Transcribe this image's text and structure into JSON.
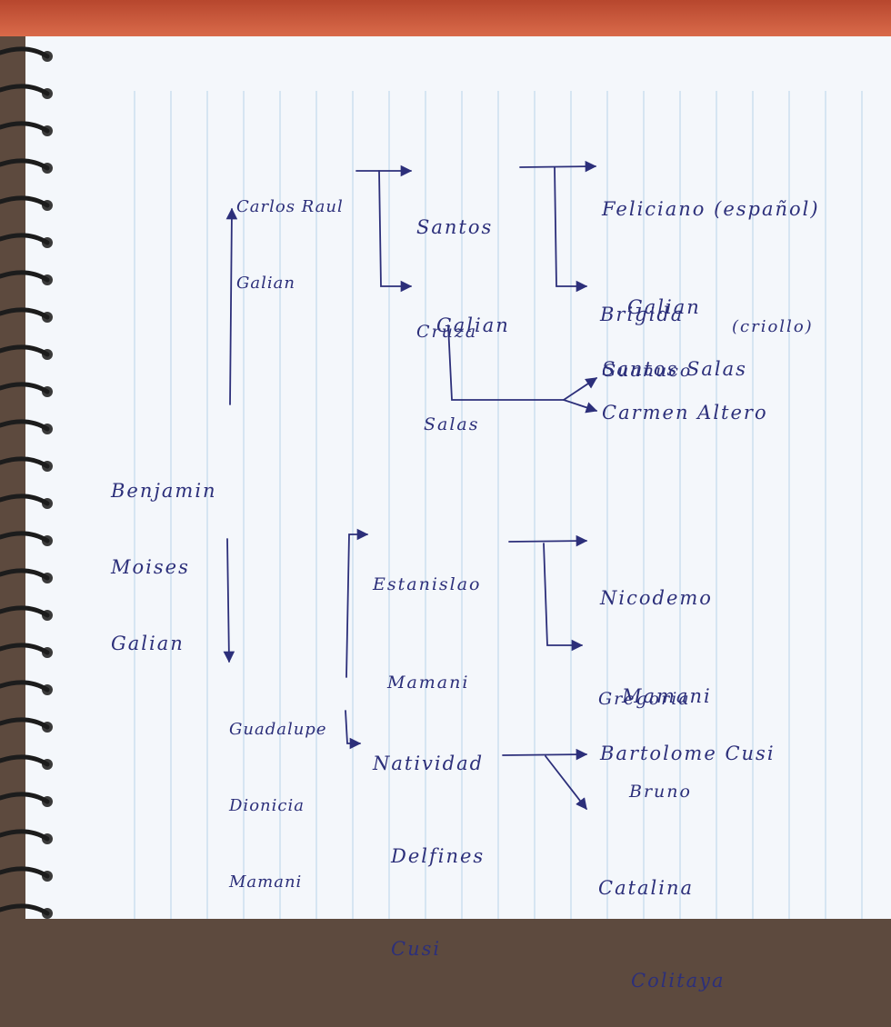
{
  "tree": {
    "root": {
      "line1": "Benjamin",
      "line2": "Moises",
      "line3": "Galian"
    },
    "father": {
      "line1": "Carlos Raul",
      "line2": "Galian"
    },
    "mother": {
      "line1": "Guadalupe",
      "line2": "Dionicia",
      "line3": "Mamani"
    },
    "paternal_grandfather": {
      "line1": "Santos",
      "line2": "Galian"
    },
    "paternal_grandmother": {
      "line1": "Cruza",
      "line2": "Salas"
    },
    "maternal_grandfather": {
      "line1": "Estanislao",
      "line2": "Mamani"
    },
    "maternal_grandmother": {
      "line1": "Natividad",
      "line2": "Delfines",
      "line3": "Cusi"
    },
    "ggf_santos_father": {
      "line1": "Feliciano (español)",
      "line2": "Galian"
    },
    "ggm_santos_mother": {
      "line1": "Brigida",
      "note": "(criollo)",
      "place": "Guanuco"
    },
    "gg_cruza_father": "Santos Salas",
    "gg_cruza_mother": "Carmen Altero",
    "gg_estanislao_father": {
      "line1": "Nicodemo",
      "line2": "Mamani"
    },
    "gg_estanislao_mother": {
      "line1": "Gregoria",
      "line2": "Bruno"
    },
    "gg_natividad_father": "Bartolome Cusi",
    "gg_natividad_mother": {
      "line1": "Catalina",
      "line2": "Colitaya"
    }
  },
  "colors": {
    "ink": "#2c2f7a",
    "paper": "#f4f7fb",
    "rule": "#b9d3ea",
    "strip": "#c9553a"
  }
}
